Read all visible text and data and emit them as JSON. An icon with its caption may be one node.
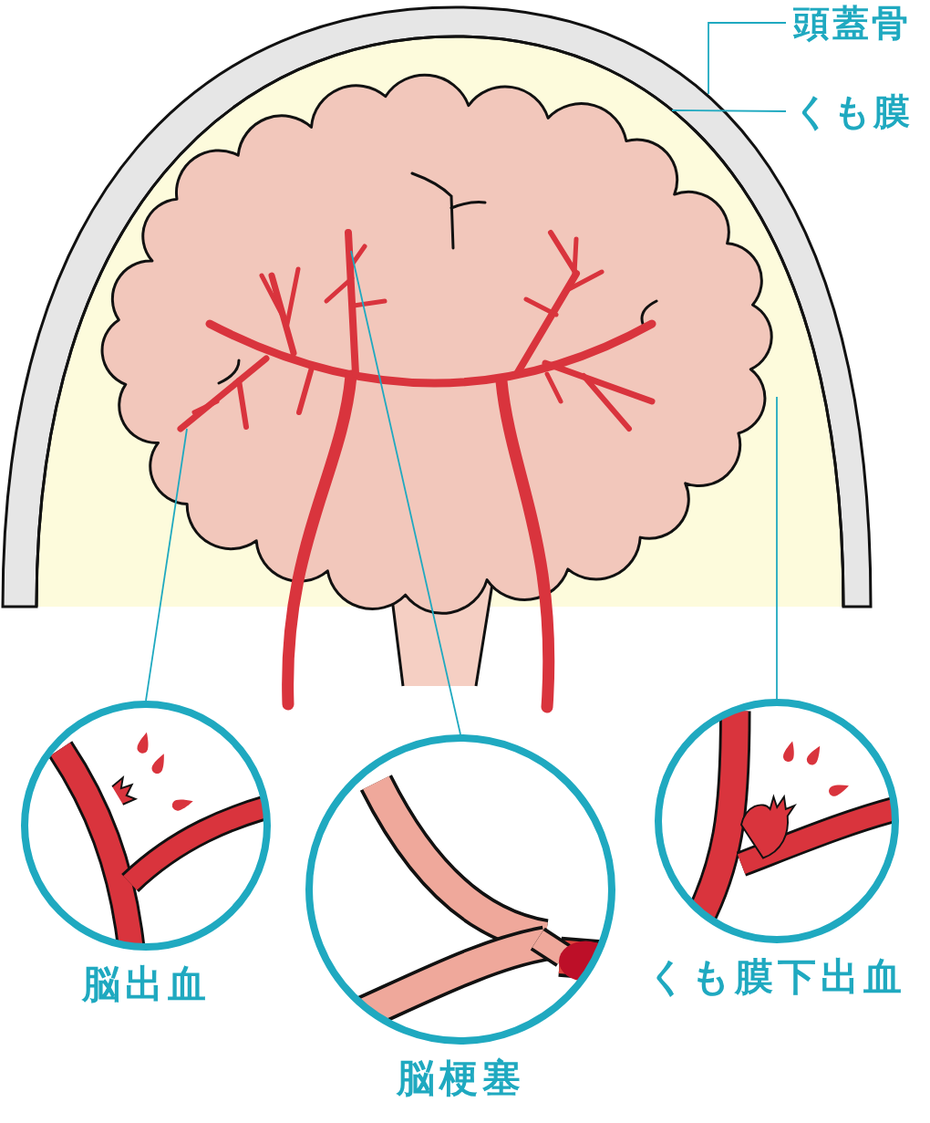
{
  "diagram": {
    "nodes": [
      {
        "text": [
          "頭蓋骨"
        ]
      },
      {
        "text": [],
        "shape": "picture"
      },
      {
        "text": [
          "くも膜"
        ]
      },
      {
        "text": [],
        "shape": "picture"
      },
      {
        "text": [
          "脳出血"
        ]
      },
      {
        "text": [
          "脳梗塞"
        ]
      },
      {
        "text": [
          "くも膜下出血"
        ]
      },
      {
        "text": [],
        "shape": "picture"
      },
      {
        "text": [],
        "shape": "picture",
        "in": 7
      }
    ],
    "edges": [
      {
        "from": 0,
        "to": 1,
        "arrow": "none"
      },
      {
        "from": 2,
        "to": 3,
        "arrow": "none"
      },
      {
        "from": 4,
        "to": 8,
        "arrow": "none"
      },
      {
        "from": 5,
        "to": 8,
        "arrow": "none"
      },
      {
        "from": 6,
        "to": 7,
        "arrow": "none"
      }
    ]
  }
}
